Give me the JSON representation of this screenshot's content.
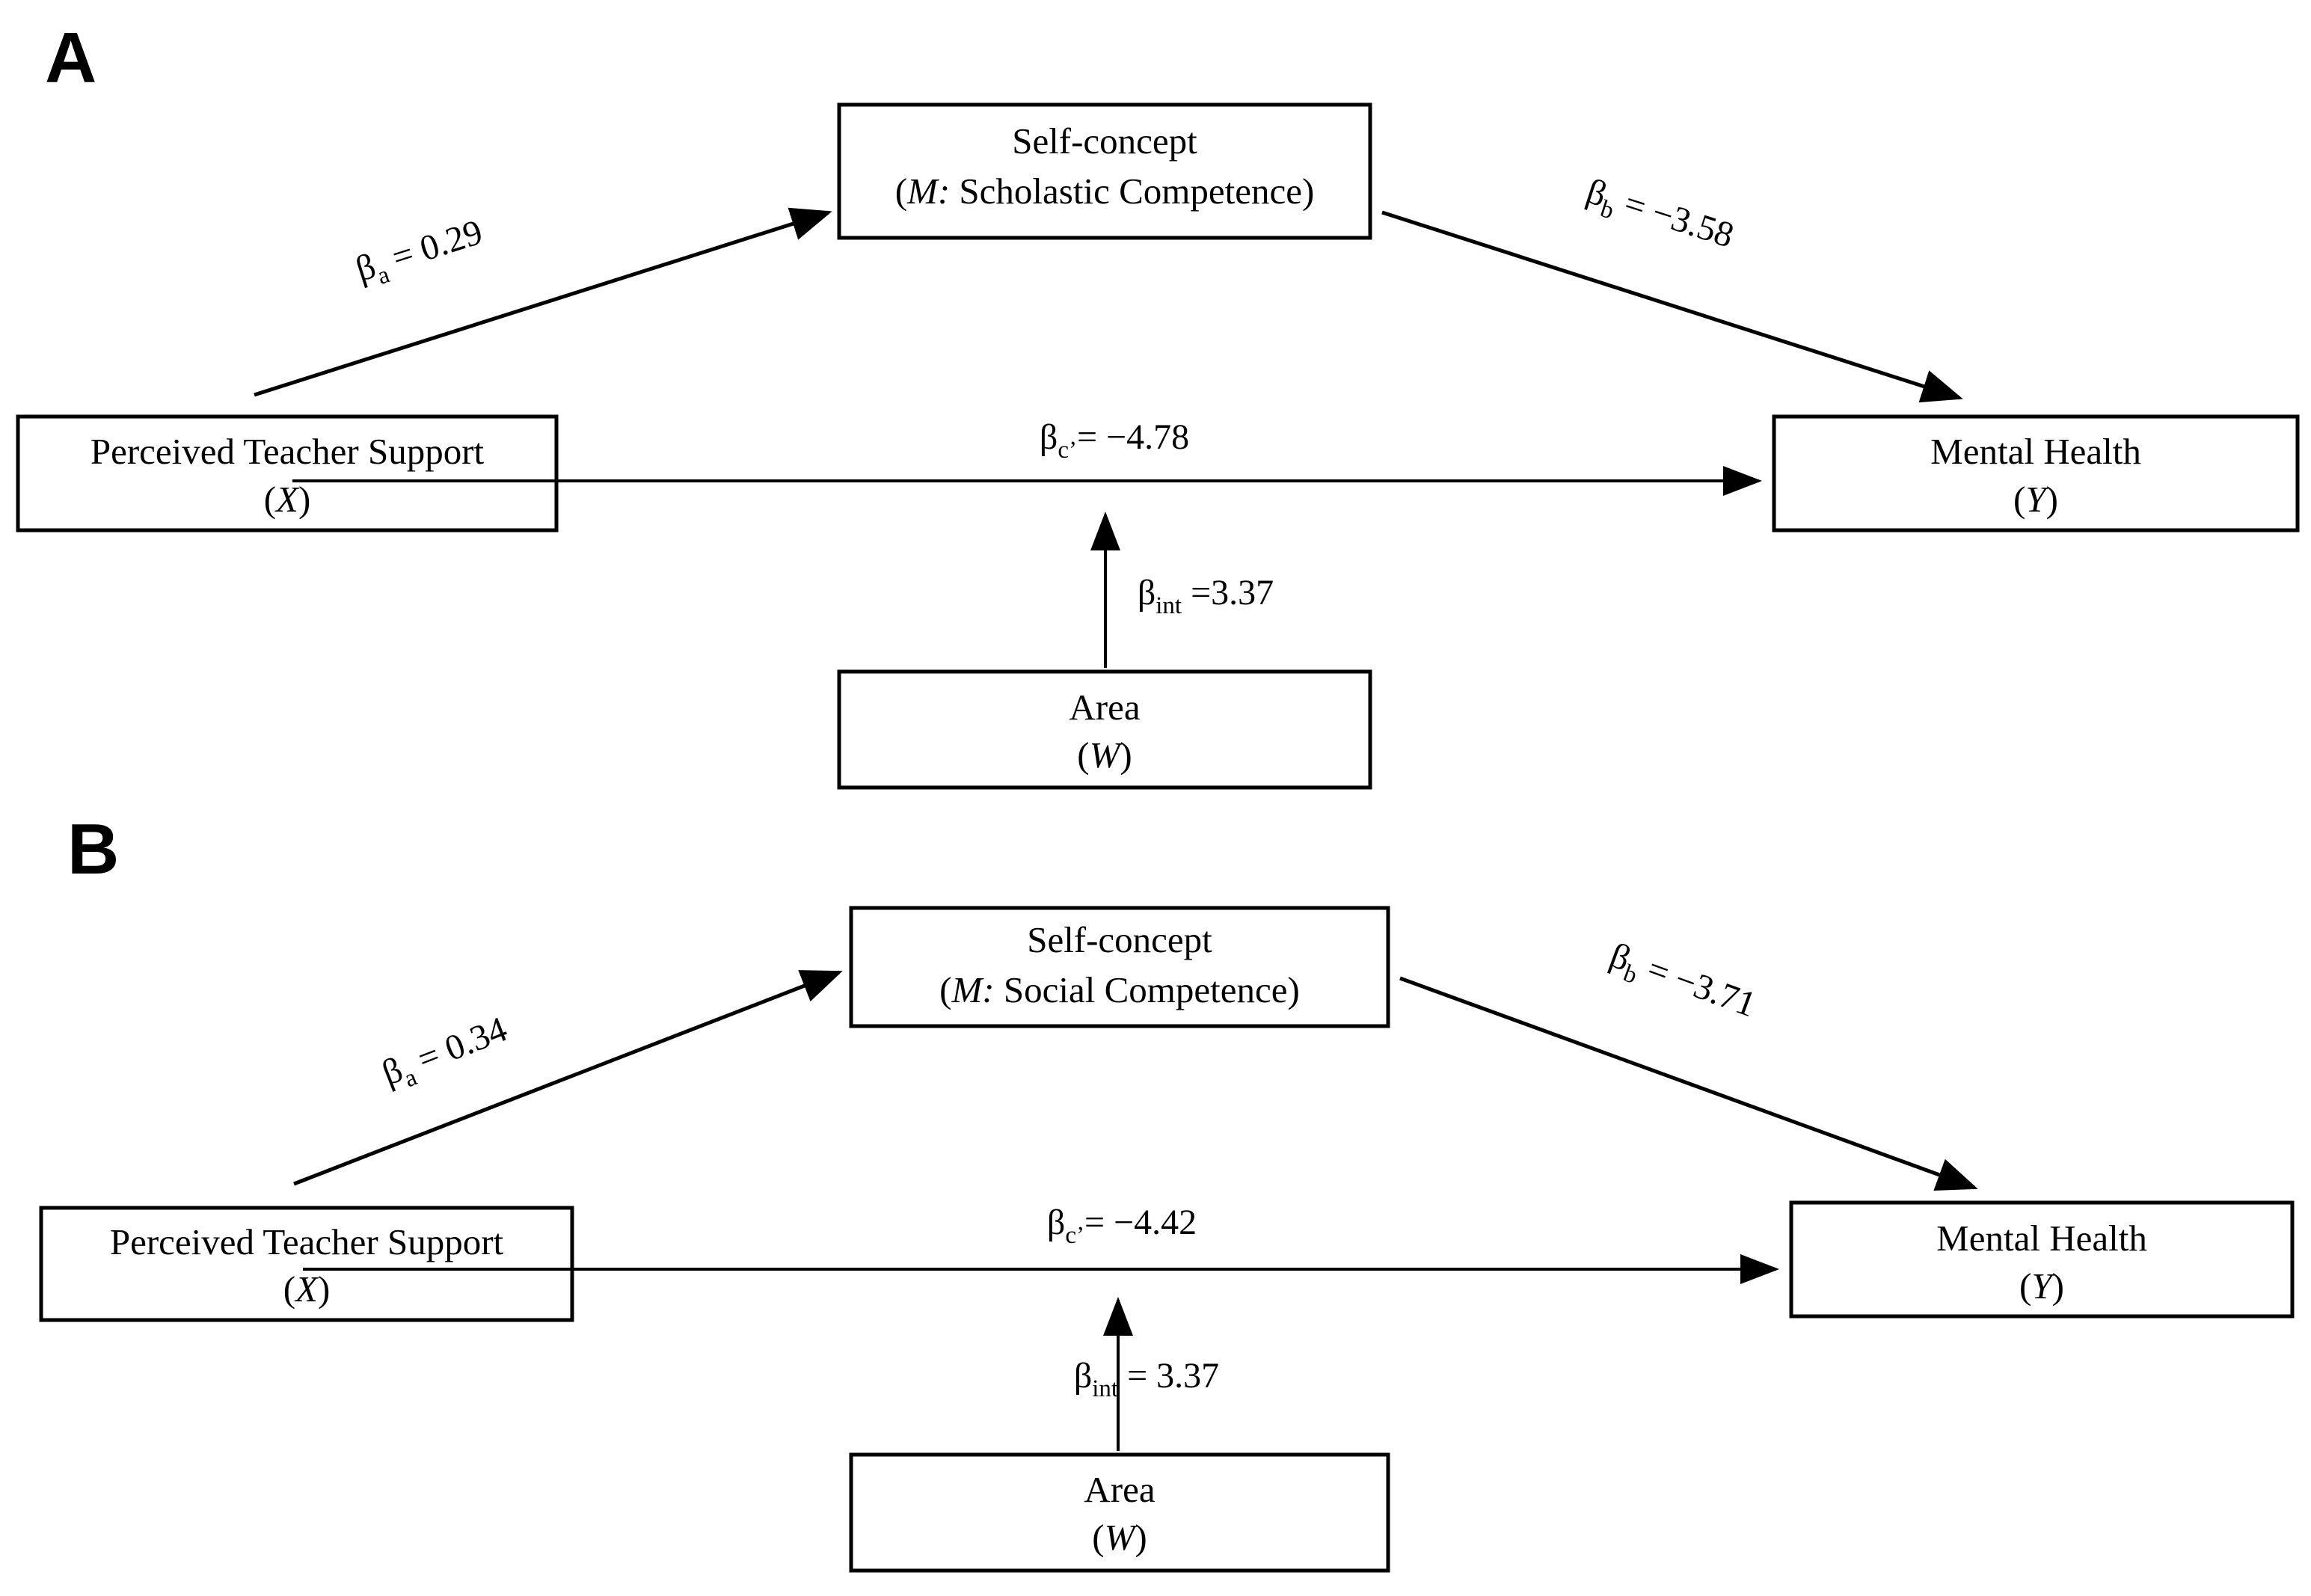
{
  "figure": {
    "type": "moderated-mediation-path-diagram",
    "background": "#ffffff",
    "line_color": "#000000"
  },
  "panels": [
    {
      "letter": "A",
      "nodes": {
        "x": {
          "line1": "Perceived Teacher Support",
          "line2": "(X)"
        },
        "m": {
          "line1": "Self-concept",
          "line2_italic": "M:",
          "line2_rest": " Scholastic Competence",
          "line2_full": "(M: Scholastic Competence)"
        },
        "y": {
          "line1": "Mental Health",
          "line2": "(Y)"
        },
        "w": {
          "line1": "Area",
          "line2": "(W)"
        }
      },
      "paths": {
        "a": {
          "symbol": "β",
          "subscript": "a",
          "relation": "=",
          "value": "0.29",
          "full": "βa = 0.29"
        },
        "b": {
          "symbol": "β",
          "subscript": "b",
          "relation": "=",
          "value": "−3.58",
          "full": "βb = −3.58"
        },
        "c_prime": {
          "symbol": "β",
          "subscript": "c’",
          "relation": "=",
          "value": "−4.78",
          "full": "βc’ = −4.78"
        },
        "int": {
          "symbol": "β",
          "subscript": "int",
          "relation": "=",
          "value": "3.37",
          "full": "βint =3.37"
        }
      }
    },
    {
      "letter": "B",
      "nodes": {
        "x": {
          "line1": "Perceived Teacher Support",
          "line2": "(X)"
        },
        "m": {
          "line1": "Self-concept",
          "line2_italic": "M:",
          "line2_rest": " Social Competence",
          "line2_full": "(M: Social Competence)"
        },
        "y": {
          "line1": "Mental Health",
          "line2": "(Y)"
        },
        "w": {
          "line1": "Area",
          "line2": "(W)"
        }
      },
      "paths": {
        "a": {
          "symbol": "β",
          "subscript": "a",
          "relation": "=",
          "value": "0.34",
          "full": "βa = 0.34"
        },
        "b": {
          "symbol": "β",
          "subscript": "b",
          "relation": "=",
          "value": "−3.71",
          "full": "βb = −3.71"
        },
        "c_prime": {
          "symbol": "β",
          "subscript": "c’",
          "relation": "=",
          "value": "−4.42",
          "full": "βc’ = −4.42"
        },
        "int": {
          "symbol": "β",
          "subscript": "int",
          "relation": "=",
          "value": "3.37",
          "full": "βint = 3.37"
        }
      }
    }
  ],
  "glyphs": {
    "beta": "β",
    "equals": "=",
    "minus": "−",
    "open_paren": "(",
    "close_paren": ")"
  }
}
